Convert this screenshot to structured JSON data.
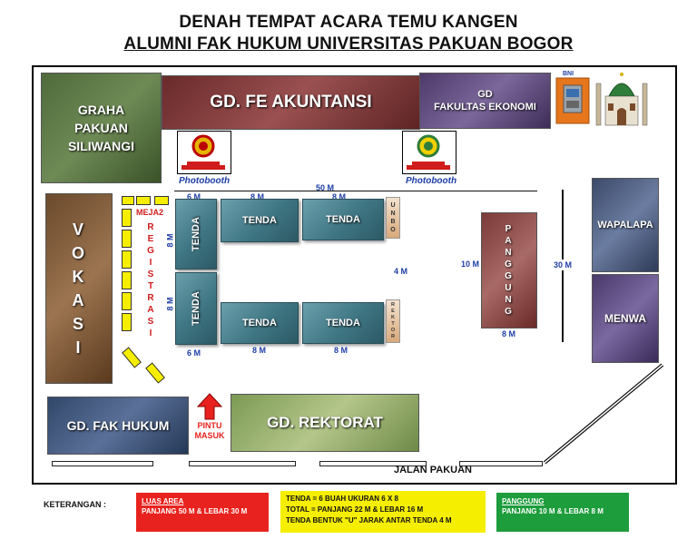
{
  "title": {
    "line1": "DENAH TEMPAT ACARA TEMU KANGEN",
    "line2": "ALUMNI FAK HUKUM UNIVERSITAS PAKUAN BOGOR"
  },
  "buildings": {
    "graha": "GRAHA PAKUAN SILIWANGI",
    "fe_akuntansi": "GD. FE AKUNTANSI",
    "fak_ekonomi_1": "GD",
    "fak_ekonomi_2": "FAKULTAS EKONOMI",
    "bni": "BNI",
    "vokasi": [
      "V",
      "O",
      "K",
      "A",
      "S",
      "I"
    ],
    "wapalapa": "WAPALAPA",
    "menwa": "MENWA",
    "fak_hukum": "GD. FAK HUKUM",
    "rektorat": "GD. REKTORAT"
  },
  "photobooth": "Photobooth",
  "meja": "MEJA2",
  "registrasi": [
    "R",
    "E",
    "G",
    "I",
    "S",
    "T",
    "R",
    "A",
    "S",
    "I"
  ],
  "tenda_label": "TENDA",
  "unbo": [
    "U",
    "N",
    "B",
    "O"
  ],
  "rektor": [
    "R",
    "E",
    "K",
    "T",
    "O",
    "R"
  ],
  "panggung": [
    "P",
    "A",
    "N",
    "G",
    "G",
    "U",
    "N",
    "G"
  ],
  "measurements": {
    "total_width": "50 M",
    "six": "6 M",
    "eight": "8 M",
    "four": "4 M",
    "ten": "10 M",
    "thirty": "30 M"
  },
  "pintu": {
    "line1": "PINTU",
    "line2": "MASUK"
  },
  "jalan": "JALAN PAKUAN",
  "legend": {
    "label": "KETERANGAN :",
    "area": {
      "title": "LUAS AREA",
      "text": "PANJANG 50 M & LEBAR 30 M",
      "color": "#e8231f"
    },
    "tenda": {
      "line1": "TENDA = 6 BUAH UKURAN 6 X 8",
      "line2": "TOTAL  = PANJANG 22 M & LEBAR 16 M",
      "line3": "TENDA BENTUK \"U\" JARAK ANTAR TENDA 4 M",
      "color": "#f5ee00"
    },
    "panggung": {
      "title": "PANGGUNG",
      "text": "PANJANG 10 M & LEBAR 8 M",
      "color": "#1e9d3c"
    }
  },
  "colors": {
    "measure_blue": "#1f3fa6",
    "registration_red": "#d01c1c",
    "tent_teal": "#3f7683"
  }
}
